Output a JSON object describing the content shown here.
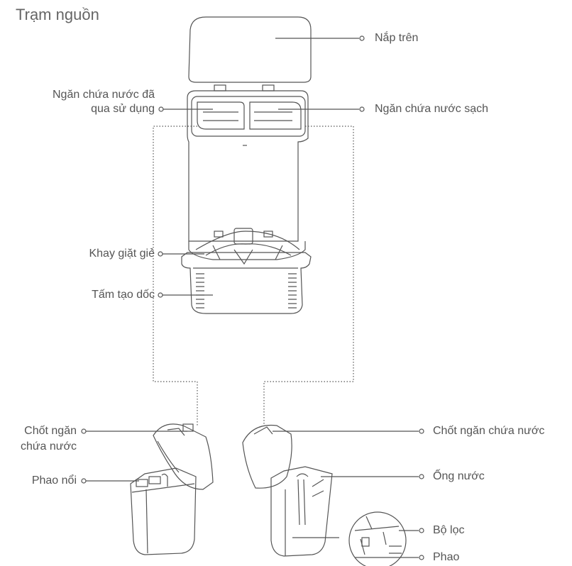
{
  "title": "Trạm nguồn",
  "labels": {
    "top_lid": "Nắp trên",
    "dirty_tank": [
      "Ngăn chứa nước đã",
      "qua sử dụng"
    ],
    "clean_tank": "Ngăn chứa nước sạch",
    "wash_tray": "Khay giặt giẻ",
    "ramp": "Tấm tạo dốc",
    "dirty_latch": [
      "Chốt ngăn",
      "chứa nước"
    ],
    "float_left": "Phao nổi",
    "clean_latch": "Chốt ngăn chứa nước",
    "water_pipe": "Ống nước",
    "filter": "Bộ lọc",
    "float_right": "Phao"
  },
  "colors": {
    "line": "#555555",
    "text": "#555555"
  }
}
